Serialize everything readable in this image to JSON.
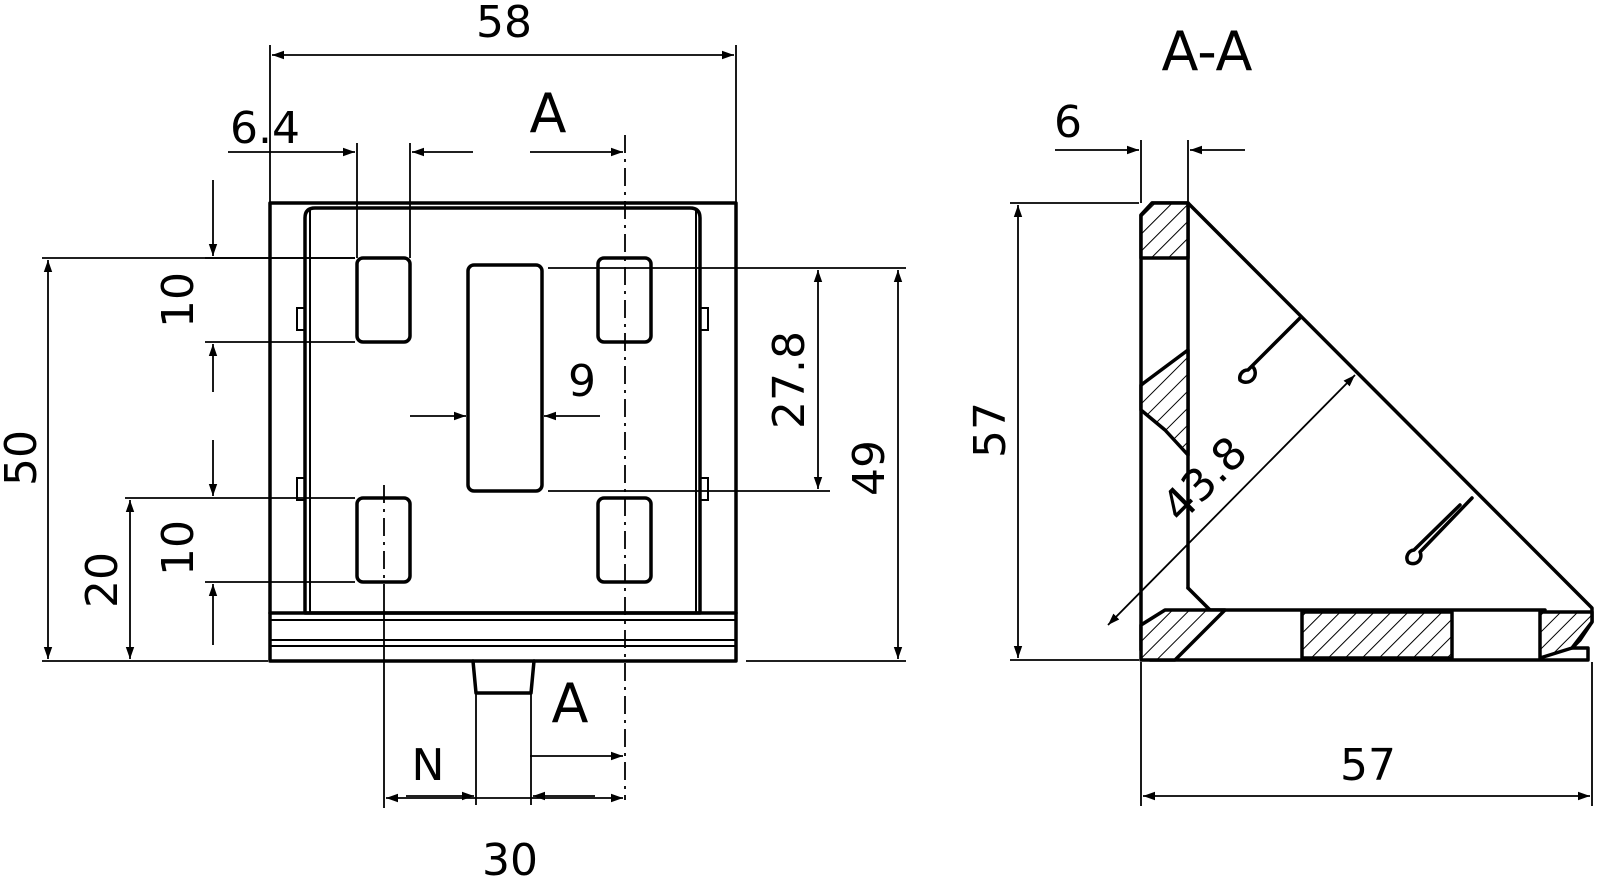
{
  "front_view": {
    "dims": {
      "width": "58",
      "slot_offset": "6.4",
      "hole_height_top": "10",
      "hole_height_bottom": "10",
      "total_height": "50",
      "bottom_offset": "20",
      "slot_width": "9",
      "hole_spacing": "27.8",
      "inner_height": "49",
      "nut_width": "N",
      "center_offset": "30"
    },
    "section_marker_top": "A",
    "section_marker_bottom": "A"
  },
  "section_view": {
    "title": "A-A",
    "dims": {
      "wall_thickness": "6",
      "height": "57",
      "width": "57",
      "diagonal": "43.8"
    }
  }
}
